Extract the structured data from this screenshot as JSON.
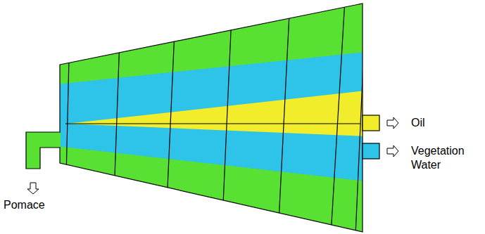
{
  "diagram": {
    "labels": [
      "Oil",
      "Vegetation Water",
      "Pomace"
    ]
  }
}
